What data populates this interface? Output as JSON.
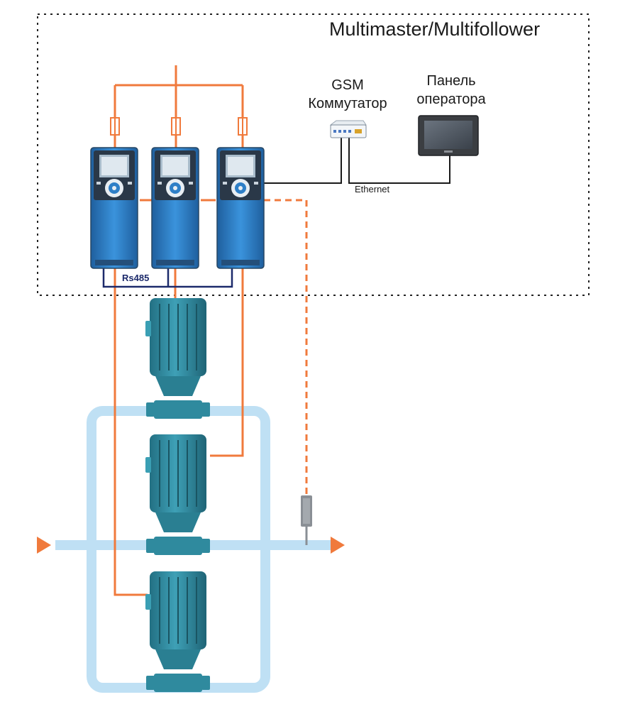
{
  "title": "Multimaster/Multifollower",
  "gsm_label": [
    "GSM",
    "Коммутатор"
  ],
  "panel_label": [
    "Панель",
    "оператора"
  ],
  "ethernet_label": "Ethernet",
  "rs485_label": "Rs485",
  "colors": {
    "power_cable": "#f07a3c",
    "pipe": "#bfe0f4",
    "drive_body": "#2e7fc7",
    "drive_dark": "#2a3848",
    "motor": "#2f8a9e",
    "rs485_bus": "#1c2a6b",
    "flow_arrow": "#f07a3c"
  },
  "icons": {
    "drive": "frequency-converter-icon",
    "motor": "pump-motor-icon",
    "switch": "network-switch-icon",
    "hmi": "operator-panel-icon",
    "sensor": "pressure-sensor-icon"
  }
}
